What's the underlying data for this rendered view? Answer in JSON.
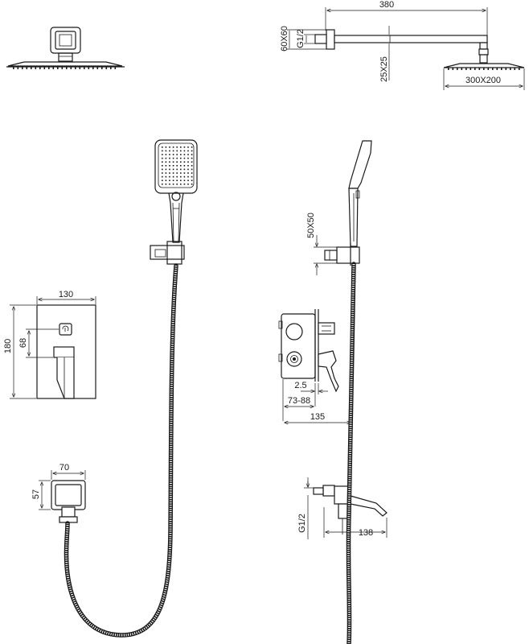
{
  "dimensions": {
    "arm_length": "380",
    "flange_size": "60X60",
    "arm_thread": "G1/2",
    "arm_section": "25X25",
    "head_size": "300X200",
    "holder_size": "50X50",
    "plate_width": "130",
    "plate_height": "180",
    "handle_height": "68",
    "valve_depth": "2.5",
    "valve_range": "73-88",
    "valve_total": "135",
    "outlet_width": "70",
    "outlet_height": "57",
    "spout_thread": "G1/2",
    "spout_length": "138"
  },
  "colors": {
    "line": "#1a1a1a",
    "background": "#ffffff"
  }
}
